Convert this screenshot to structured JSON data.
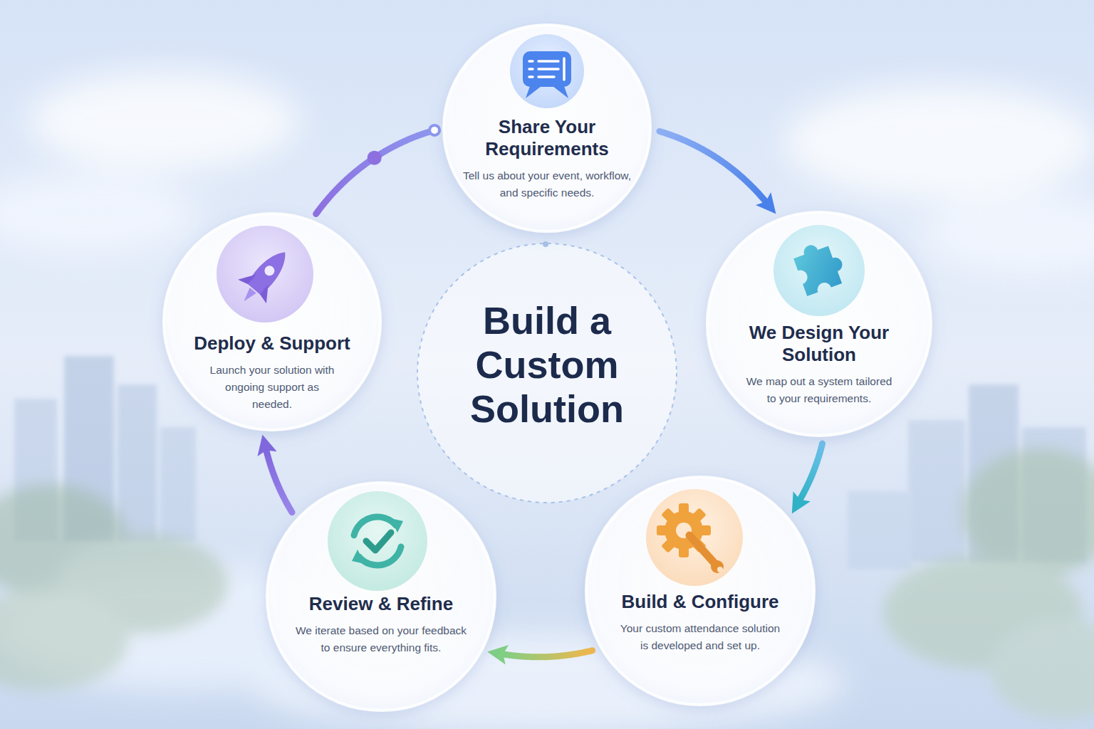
{
  "diagram": {
    "title": "Build a Custom Solution",
    "nodes": [
      {
        "text": [
          "Share Your Requirements",
          "Tell us about your event, workflow, and specific needs."
        ]
      },
      {
        "text": [
          "We Design Your Solution",
          "We map out a system tailored to your requirements."
        ]
      },
      {
        "text": [
          "Build & Configure",
          "Your custom attendance solution is developed and set up."
        ]
      },
      {
        "text": [
          "Review & Refine",
          "We iterate based on your feedback to ensure everything fits."
        ]
      },
      {
        "text": [
          "Deploy & Support",
          "Launch your solution with ongoing support as needed."
        ]
      }
    ],
    "edges": [
      {
        "from": 0,
        "to": 1,
        "arrow": "to"
      },
      {
        "from": 1,
        "to": 2,
        "arrow": "to"
      },
      {
        "from": 2,
        "to": 3,
        "arrow": "to"
      },
      {
        "from": 3,
        "to": 4,
        "arrow": "to"
      },
      {
        "from": 4,
        "to": 0,
        "arrow": "none"
      }
    ]
  }
}
